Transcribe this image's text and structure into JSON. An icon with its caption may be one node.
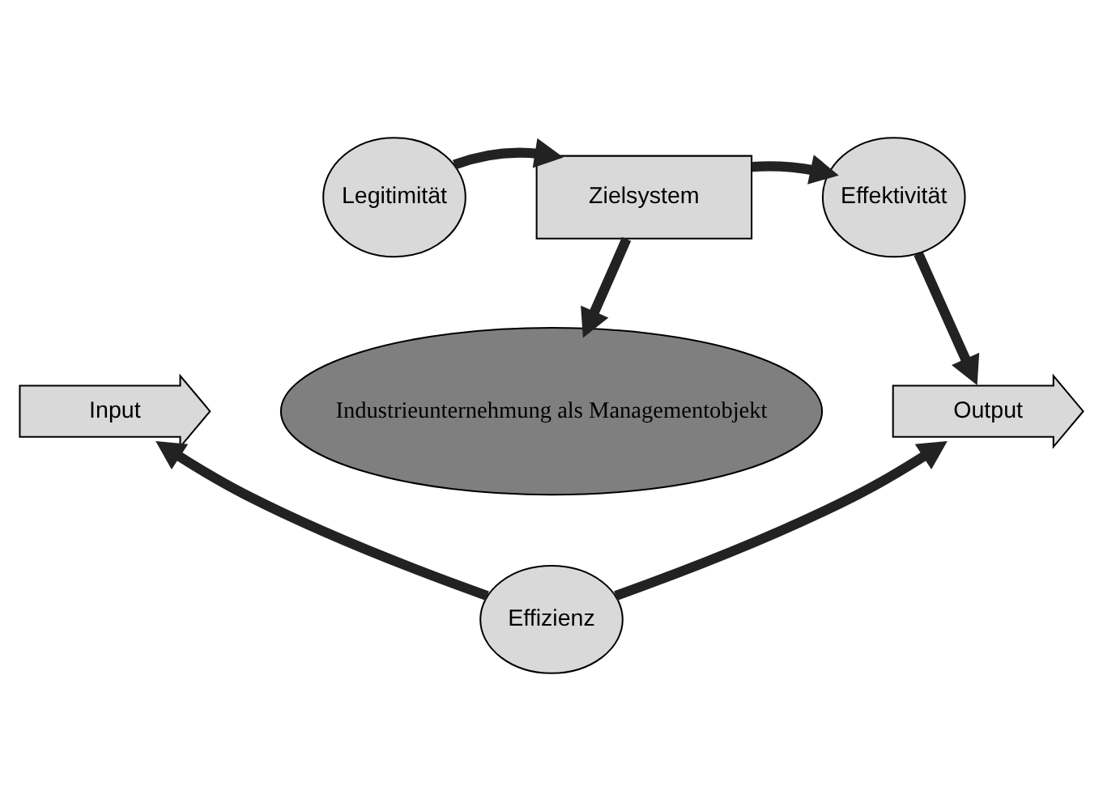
{
  "diagram": {
    "nodes": [
      {
        "text": [
          "Legitimität"
        ]
      },
      {
        "text": [
          "Zielsystem"
        ]
      },
      {
        "text": [
          "Effektivität"
        ]
      },
      {
        "text": [
          "Industrieunternehmung als Managementobjekt"
        ]
      },
      {
        "text": [
          "Input"
        ]
      },
      {
        "text": [
          "Output"
        ]
      },
      {
        "text": [
          "Effizienz"
        ]
      }
    ],
    "edges": [
      {
        "from": 0,
        "to": 1,
        "arrow": "to"
      },
      {
        "from": 1,
        "to": 2,
        "arrow": "to"
      },
      {
        "from": 1,
        "to": 3,
        "arrow": "to"
      },
      {
        "from": 2,
        "to": 5,
        "arrow": "to"
      },
      {
        "from": 6,
        "to": 4,
        "arrow": "to"
      },
      {
        "from": 6,
        "to": 5,
        "arrow": "to"
      }
    ]
  }
}
